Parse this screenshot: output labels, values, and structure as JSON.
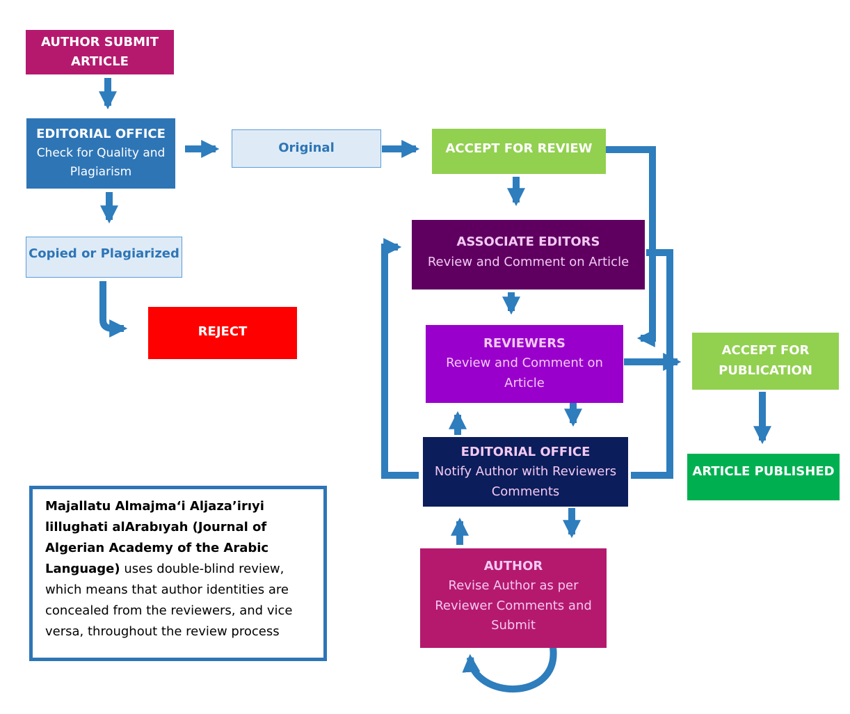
{
  "colors": {
    "arrow": "#2e7dbd",
    "magenta": "#b5196e",
    "editorial_blue": "#2e75b6",
    "light_blue": "#deebf7",
    "reject_red": "#ff0000",
    "green": "#92d050",
    "dark_green": "#00b050",
    "purple_dark": "#5f0060",
    "purple": "#9900cc",
    "navy": "#0b1d5a"
  },
  "nodes": {
    "author_submit": {
      "title": "AUTHOR SUBMIT ARTICLE"
    },
    "editorial_office_check": {
      "title": "EDITORIAL OFFICE",
      "subtitle": "Check for Quality and Plagiarism"
    },
    "original": {
      "title": "Original"
    },
    "copied": {
      "title": "Copied or Plagiarized"
    },
    "reject": {
      "title": "REJECT"
    },
    "accept_review": {
      "title": "ACCEPT FOR REVIEW"
    },
    "associate_editors": {
      "title": "ASSOCIATE EDITORS",
      "subtitle": "Review and Comment on Article"
    },
    "reviewers": {
      "title": "REVIEWERS",
      "subtitle": "Review and Comment on Article"
    },
    "editorial_office_notify": {
      "title": "EDITORIAL OFFICE",
      "subtitle": "Notify Author with Reviewers Comments"
    },
    "author": {
      "title": "AUTHOR",
      "subtitle": "Revise Author as per Reviewer Comments and Submit"
    },
    "accept_publication": {
      "title": "ACCEPT FOR PUBLICATION"
    },
    "article_published": {
      "title": "ARTICLE PUBLISHED"
    }
  },
  "note": {
    "bold": "Majallatu Almajma‘i Aljazaʼirıyi lillughati alArabıyah (Journal of Algerian Academy of the Arabic Language)",
    "text": " uses double-blind review, which means that author identities are concealed from the reviewers, and vice versa, throughout the review process"
  }
}
